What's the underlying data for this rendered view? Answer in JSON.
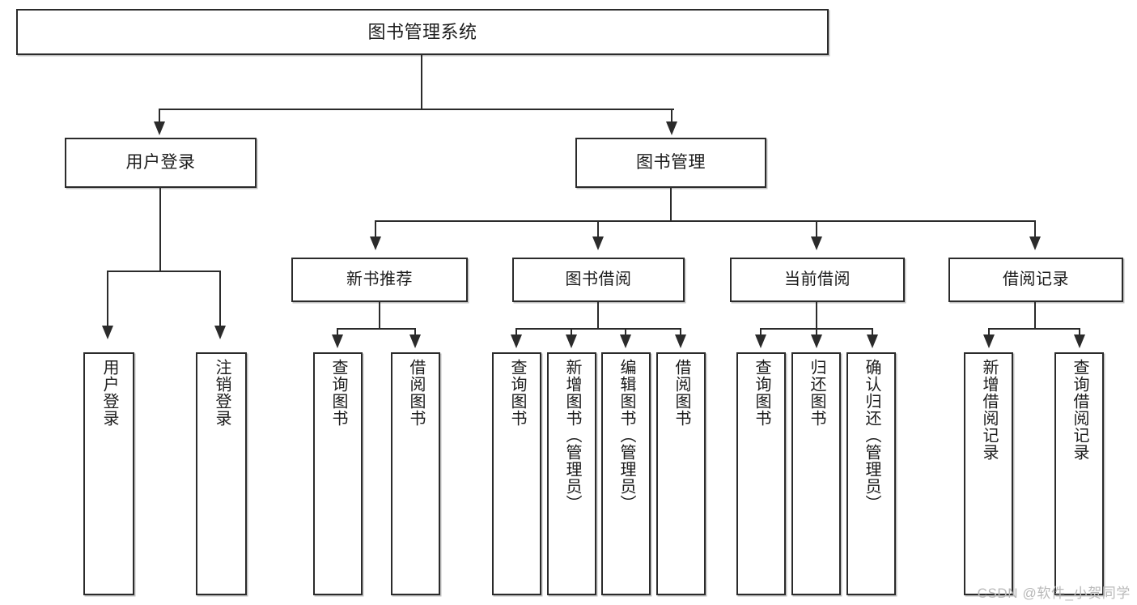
{
  "diagram": {
    "type": "tree-hierarchy",
    "title": "图书管理系统",
    "watermark": "CSDN @软件_小贺同学",
    "colors": {
      "stroke": "#2b2b2b",
      "fill": "#ffffff",
      "text": "#1c1c1c",
      "watermark": "#b9b9b9",
      "background": "#ffffff"
    },
    "root": {
      "label": "图书管理系统"
    },
    "level2": [
      {
        "id": "user-login",
        "label": "用户登录"
      },
      {
        "id": "book-management",
        "label": "图书管理"
      }
    ],
    "level3": [
      {
        "id": "new-book-recommend",
        "label": "新书推荐"
      },
      {
        "id": "book-borrow",
        "label": "图书借阅"
      },
      {
        "id": "current-borrow",
        "label": "当前借阅"
      },
      {
        "id": "borrow-record",
        "label": "借阅记录"
      }
    ],
    "leaves": {
      "user_login": [
        {
          "id": "leaf-user-login",
          "label": "用户登录"
        },
        {
          "id": "leaf-logout-login",
          "label": "注销登录"
        }
      ],
      "new_book_recommend": [
        {
          "id": "leaf-query-book-1",
          "label": "查询图书"
        },
        {
          "id": "leaf-borrow-book-1",
          "label": "借阅图书"
        }
      ],
      "book_borrow": [
        {
          "id": "leaf-query-book-2",
          "label": "查询图书"
        },
        {
          "id": "leaf-add-book",
          "label": "新增图书（管理员）"
        },
        {
          "id": "leaf-edit-book",
          "label": "编辑图书（管理员）"
        },
        {
          "id": "leaf-borrow-book-2",
          "label": "借阅图书"
        }
      ],
      "current_borrow": [
        {
          "id": "leaf-query-book-3",
          "label": "查询图书"
        },
        {
          "id": "leaf-return-book",
          "label": "归还图书"
        },
        {
          "id": "leaf-confirm-return",
          "label": "确认归还（管理员）"
        }
      ],
      "borrow_record": [
        {
          "id": "leaf-add-record",
          "label": "新增借阅记录"
        },
        {
          "id": "leaf-query-record",
          "label": "查询借阅记录"
        }
      ]
    }
  }
}
